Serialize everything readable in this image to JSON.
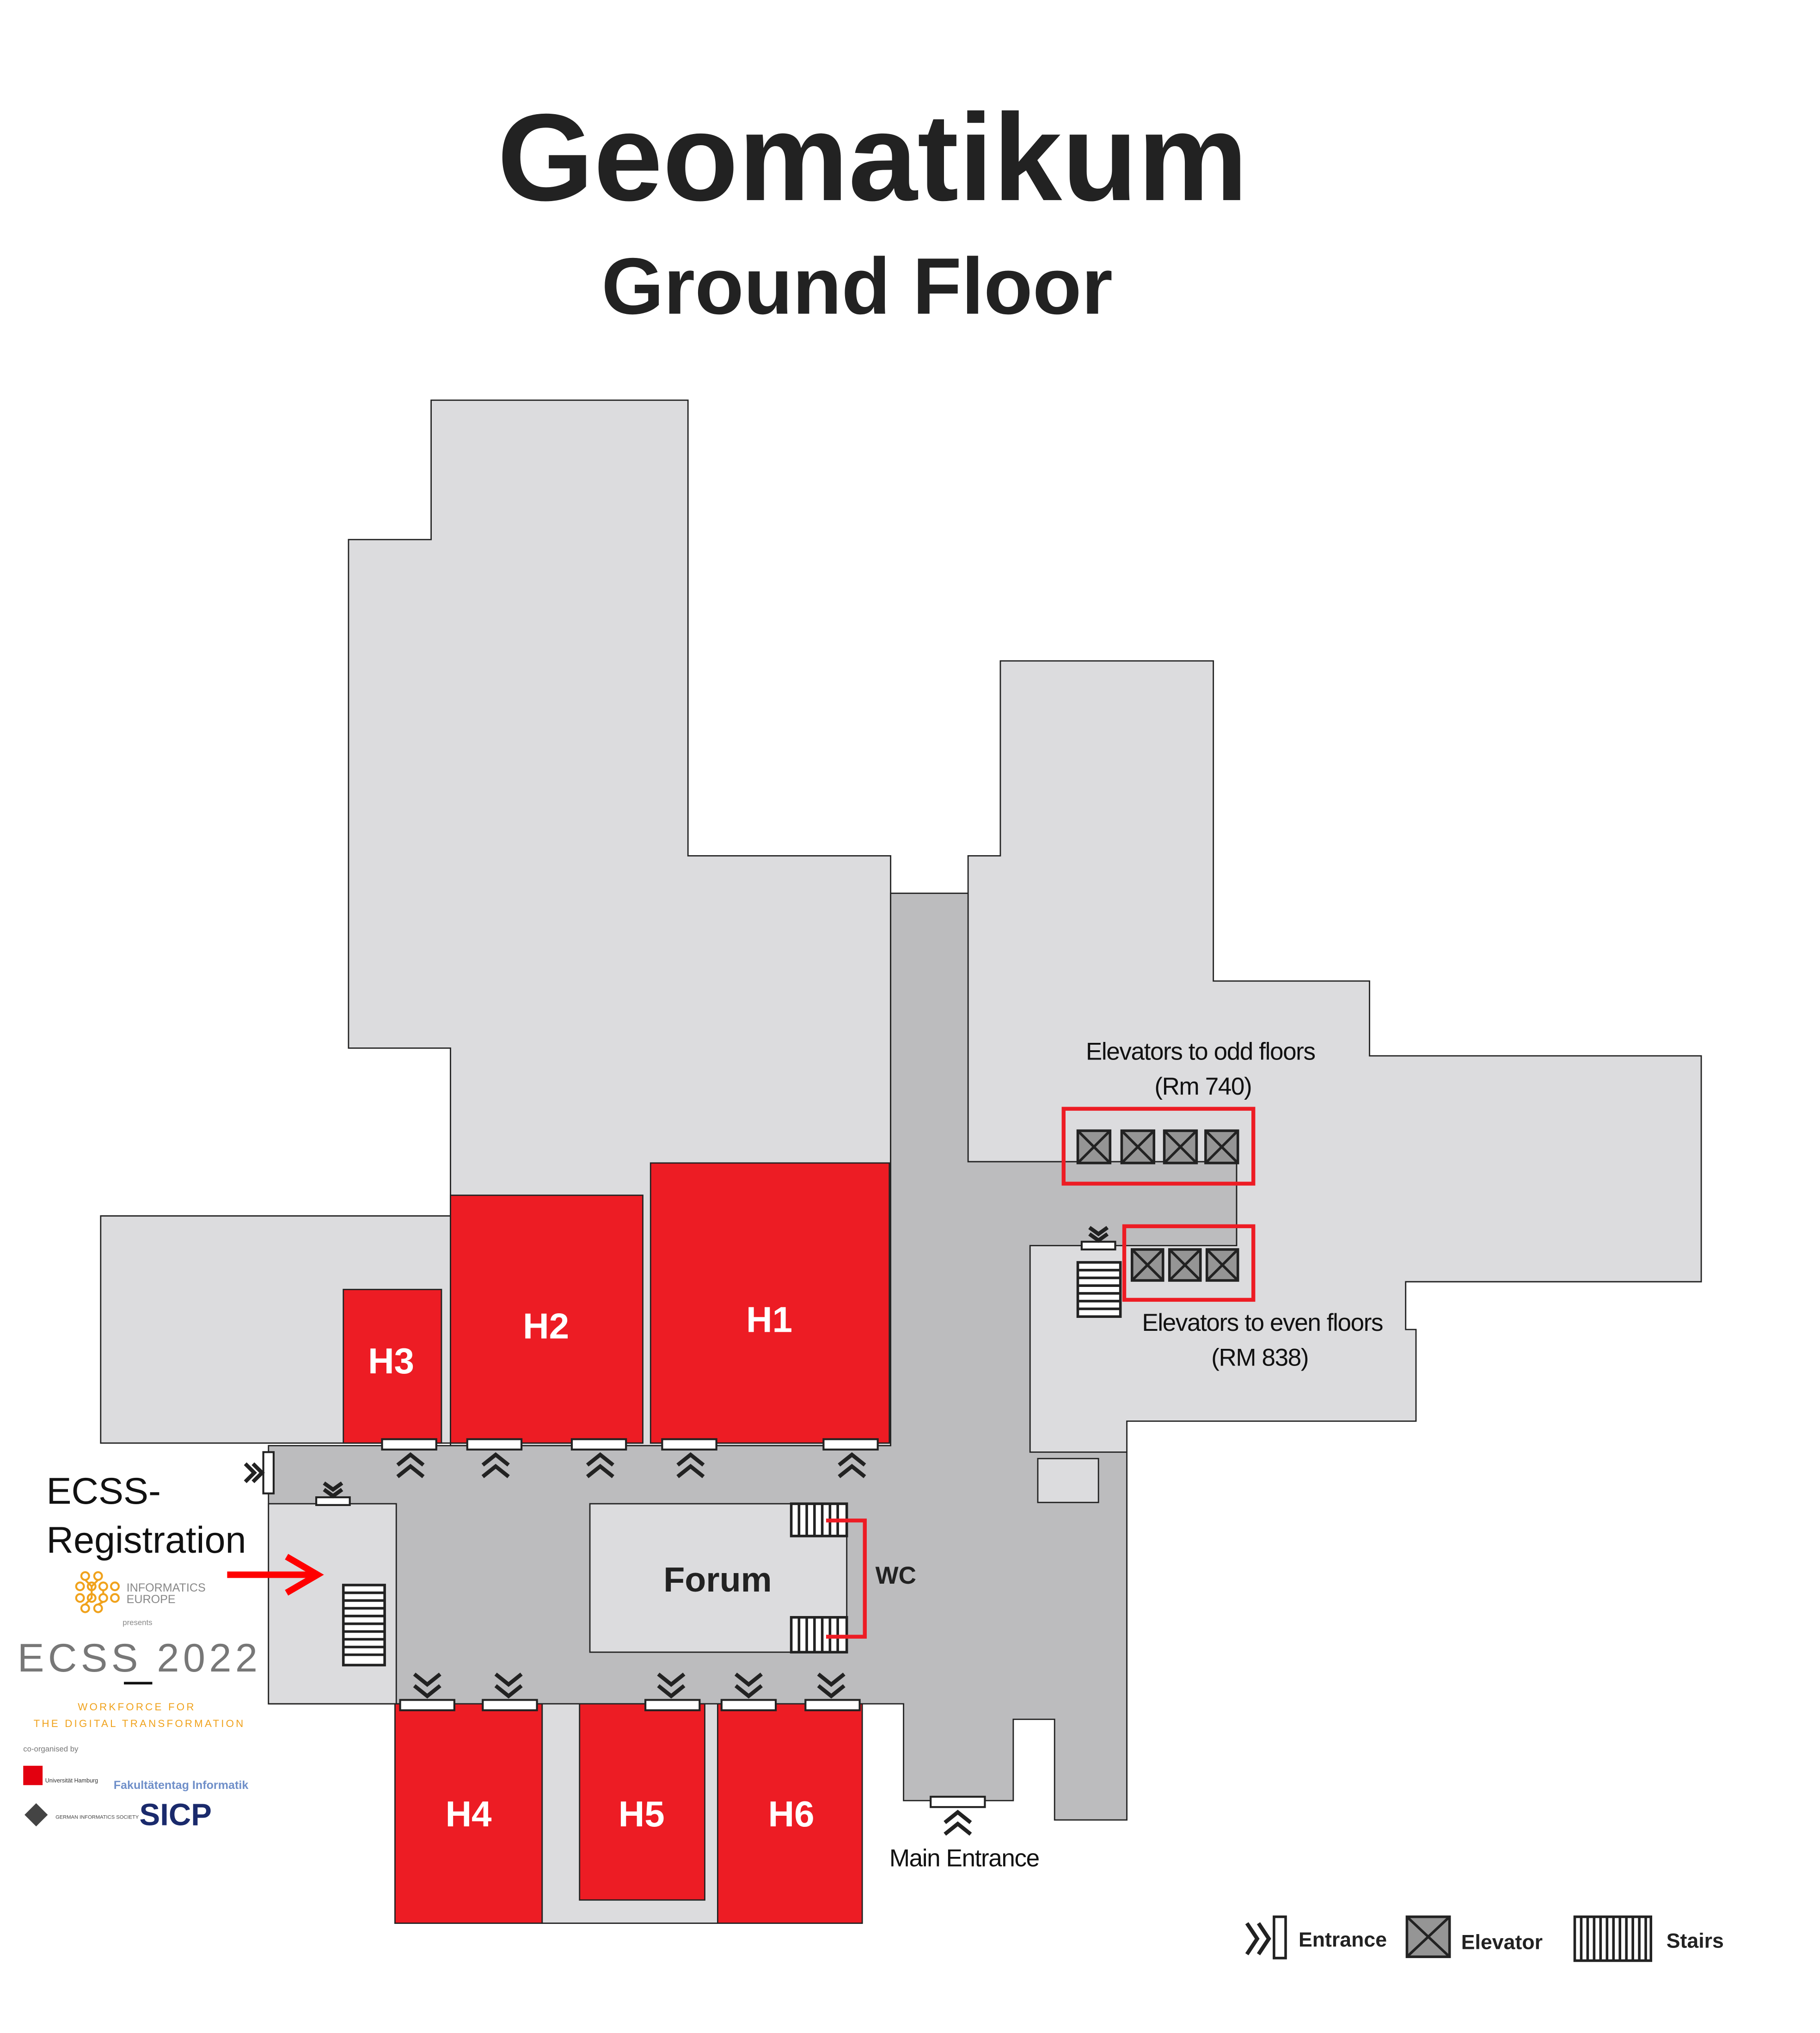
{
  "title": "Geomatikum",
  "subtitle": "Ground Floor",
  "rooms": [
    {
      "id": "H1",
      "label": "H1"
    },
    {
      "id": "H2",
      "label": "H2"
    },
    {
      "id": "H3",
      "label": "H3"
    },
    {
      "id": "H4",
      "label": "H4"
    },
    {
      "id": "H5",
      "label": "H5"
    },
    {
      "id": "H6",
      "label": "H6"
    }
  ],
  "labels": {
    "forum": "Forum",
    "wc": "WC",
    "main_entrance": "Main Entrance",
    "elev_odd_1": "Elevators to odd floors",
    "elev_odd_2": "(Rm 740)",
    "elev_even_1": "Elevators to even floors",
    "elev_even_2": "(RM 838)",
    "registration_1": "ECSS-",
    "registration_2": "Registration"
  },
  "logo": {
    "org": "INFORMATICS",
    "org2": "EUROPE",
    "presents": "presents",
    "event": "ECSS 2022",
    "tagline1": "WORKFORCE FOR",
    "tagline2": "THE DIGITAL TRANSFORMATION",
    "coorg": "co-organised by",
    "partners": [
      "Universität Hamburg",
      "Fakultätentag Informatik",
      "GERMAN INFORMATICS SOCIETY",
      "SICP"
    ]
  },
  "legend": [
    {
      "icon": "entrance-icon",
      "label": "Entrance"
    },
    {
      "icon": "elevator-icon",
      "label": "Elevator"
    },
    {
      "icon": "stairs-icon",
      "label": "Stairs"
    }
  ],
  "colors": {
    "room": "#ed1c24",
    "building": "#dcdcde",
    "corridor": "#bcbcbe",
    "highlight": "#ff0000"
  }
}
